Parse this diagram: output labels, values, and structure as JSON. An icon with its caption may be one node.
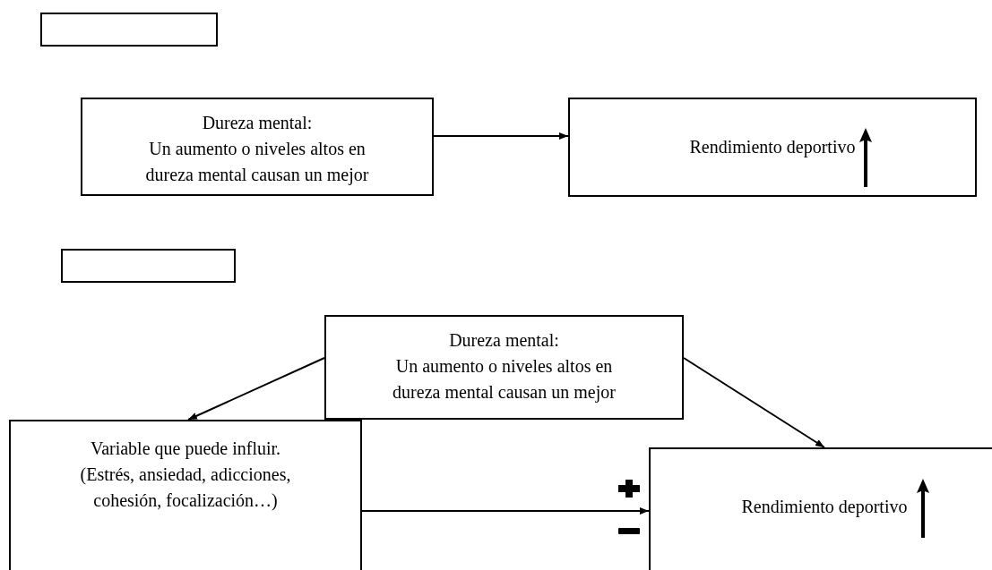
{
  "diagram": {
    "nodes": [
      {
        "text": [],
        "shape": "box"
      },
      {
        "text": [
          "Dureza mental:",
          "Un aumento o niveles altos en dureza mental causan un mejor"
        ]
      },
      {
        "text": [
          "Rendimiento deportivo"
        ]
      },
      {
        "text": [],
        "shape": "box"
      },
      {
        "text": [
          "Dureza mental:",
          "Un aumento o niveles altos en dureza mental causan un mejor"
        ]
      },
      {
        "text": [
          "Variable que puede influir.",
          "(Estrés, ansiedad, adicciones, cohesión, focalización…)"
        ]
      },
      {
        "text": [
          "Rendimiento deportivo"
        ]
      }
    ],
    "edges": [
      {
        "from": 1,
        "to": 2,
        "arrow": "to"
      },
      {
        "from": 4,
        "to": 5,
        "arrow": "to"
      },
      {
        "from": 4,
        "to": 6,
        "arrow": "to"
      },
      {
        "from": 5,
        "to": 6,
        "arrow": "to"
      }
    ]
  }
}
